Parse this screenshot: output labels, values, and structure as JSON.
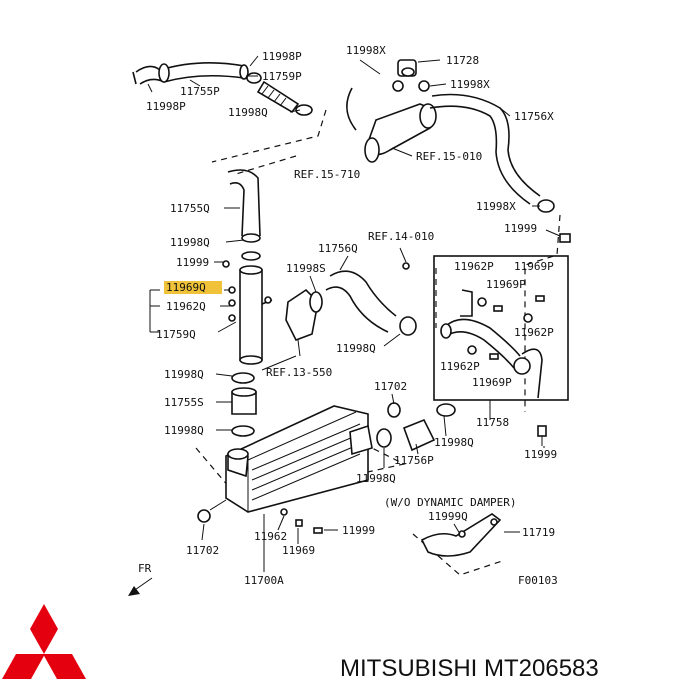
{
  "labels": {
    "l11998P_top": "11998P",
    "l11998X_top": "11998X",
    "l11728": "11728",
    "l11759P": "11759P",
    "l11998X_mid": "11998X",
    "l11755P": "11755P",
    "l11998P_left": "11998P",
    "l11998Q_top": "11998Q",
    "l11756X": "11756X",
    "lREF15010": "REF.15-010",
    "lREF15710": "REF.15-710",
    "l11755Q": "11755Q",
    "l11998X_right": "11998X",
    "l11999_right": "11999",
    "lREF14010": "REF.14-010",
    "l11756Q": "11756Q",
    "l11998Q_mid": "11998Q",
    "l11999_left": "11999",
    "l11998S": "11998S",
    "l11969Q": "11969Q",
    "l11962Q": "11962Q",
    "l11759Q": "11759Q",
    "l11962P_tl": "11962P",
    "l11969P_tr": "11969P",
    "l11969P_mid": "11969P",
    "l11962P_right": "11962P",
    "l11998Q_c": "11998Q",
    "l11962P_bot": "11962P",
    "l11969P_bot": "11969P",
    "l11998Q_left2": "11998Q",
    "lREF13550": "REF.13-550",
    "l11702_mid": "11702",
    "l11755S": "11755S",
    "l11758": "11758",
    "l11998Q_left3": "11998Q",
    "l11998Q_r2": "11998Q",
    "l11998Q_c2": "11998Q",
    "l11756P": "11756P",
    "l11999_br": "11999",
    "lDamper": "(W/O DYNAMIC DAMPER)",
    "l11999Q": "11999Q",
    "l11719": "11719",
    "l11962": "11962",
    "l11999_bot": "11999",
    "l11702_bot": "11702",
    "l11969": "11969",
    "l11700A": "11700A",
    "lFR": "FR",
    "lF00103": "F00103"
  },
  "brand": {
    "caption": "MITSUBISHI MT206583",
    "logo_color": "#e4000f",
    "highlight_color": "#f0c23a"
  },
  "icons": {
    "logo": "mitsubishi-three-diamonds-logo",
    "arrow": "fr-direction-arrow-icon"
  }
}
